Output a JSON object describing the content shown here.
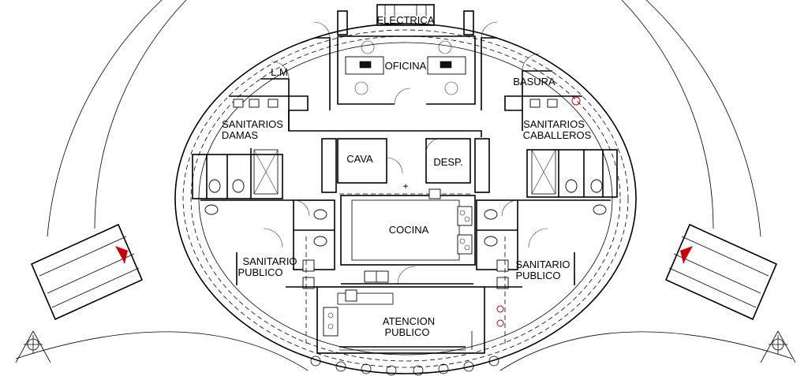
{
  "plan": {
    "rooms": {
      "electrica": "ELECTRICA",
      "oficina": "OFICINA",
      "lm": "L.M",
      "basura": "BASURA",
      "sanitarios_damas_1": "SANITARIOS",
      "sanitarios_damas_2": "DAMAS",
      "sanitarios_caballeros_1": "SANITARIOS",
      "sanitarios_caballeros_2": "CABALLEROS",
      "cava": "CAVA",
      "desp": "DESP.",
      "cocina": "COCINA",
      "sanitario_publico_left_1": "SANITARIO",
      "sanitario_publico_left_2": "PUBLICO",
      "sanitario_publico_right_1": "SANITARIO",
      "sanitario_publico_right_2": "PUBLICO",
      "atencion_publico_1": "ATENCION",
      "atencion_publico_2": "PUBLICO"
    },
    "colors": {
      "lines": "#000000",
      "arrow": "#cc0000",
      "background": "#ffffff"
    }
  }
}
